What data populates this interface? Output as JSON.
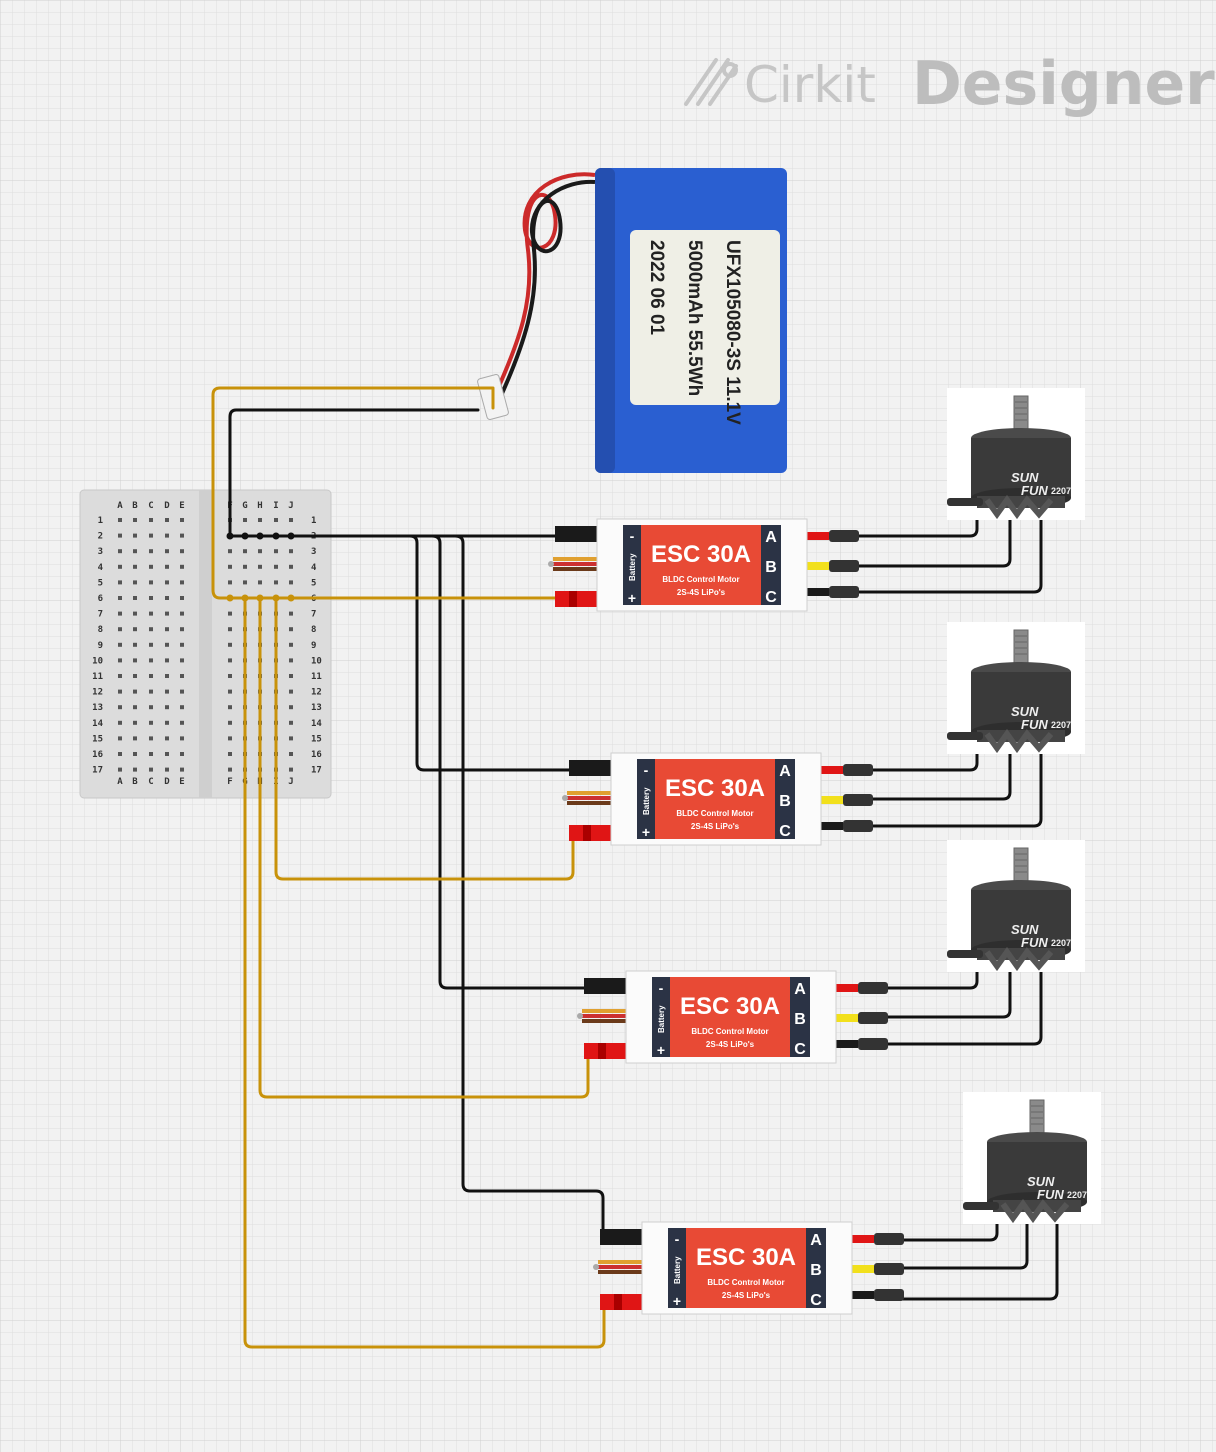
{
  "logo": {
    "cirkit": "Cirkit",
    "designer": "Designer"
  },
  "battery": {
    "label_line1": "UFX105080-3S 11.1V",
    "label_line2": "5000mAh 55.5Wh",
    "label_line3": "2022 06 01"
  },
  "breadboard": {
    "columns_left": [
      "A",
      "B",
      "C",
      "D",
      "E"
    ],
    "columns_right": [
      "F",
      "G",
      "H",
      "I",
      "J"
    ],
    "rows": [
      "1",
      "2",
      "3",
      "4",
      "5",
      "6",
      "7",
      "8",
      "9",
      "10",
      "11",
      "12",
      "13",
      "14",
      "15",
      "16",
      "17"
    ]
  },
  "escs": [
    {
      "title": "ESC 30A",
      "subtitle1": "BLDC Control Motor",
      "subtitle2": "2S-4S LiPo's",
      "battery": "Battery",
      "plus": "+",
      "minus": "-",
      "phase_a": "A",
      "phase_b": "B",
      "phase_c": "C"
    },
    {
      "title": "ESC 30A",
      "subtitle1": "BLDC Control Motor",
      "subtitle2": "2S-4S LiPo's",
      "battery": "Battery",
      "plus": "+",
      "minus": "-",
      "phase_a": "A",
      "phase_b": "B",
      "phase_c": "C"
    },
    {
      "title": "ESC 30A",
      "subtitle1": "BLDC Control Motor",
      "subtitle2": "2S-4S LiPo's",
      "battery": "Battery",
      "plus": "+",
      "minus": "-",
      "phase_a": "A",
      "phase_b": "B",
      "phase_c": "C"
    },
    {
      "title": "ESC 30A",
      "subtitle1": "BLDC Control Motor",
      "subtitle2": "2S-4S LiPo's",
      "battery": "Battery",
      "plus": "+",
      "minus": "-",
      "phase_a": "A",
      "phase_b": "B",
      "phase_c": "C"
    }
  ],
  "motors": [
    {
      "brand_line1": "SUN",
      "brand_line2": "FUN",
      "model": "2207"
    },
    {
      "brand_line1": "SUN",
      "brand_line2": "FUN",
      "model": "2207"
    },
    {
      "brand_line1": "SUN",
      "brand_line2": "FUN",
      "model": "2207"
    },
    {
      "brand_line1": "SUN",
      "brand_line2": "FUN",
      "model": "2207"
    }
  ],
  "colors": {
    "background": "#f2f2f2",
    "grid": "#dcdcdc",
    "wire_positive": "#c8920a",
    "wire_ground": "#111111",
    "esc_red": "#e84a35",
    "esc_navy": "#2b3345",
    "battery_blue": "#2a5fd1",
    "motor_dark": "#3a3a3a"
  },
  "icons": {
    "logo": "cirkit-logo-icon"
  }
}
